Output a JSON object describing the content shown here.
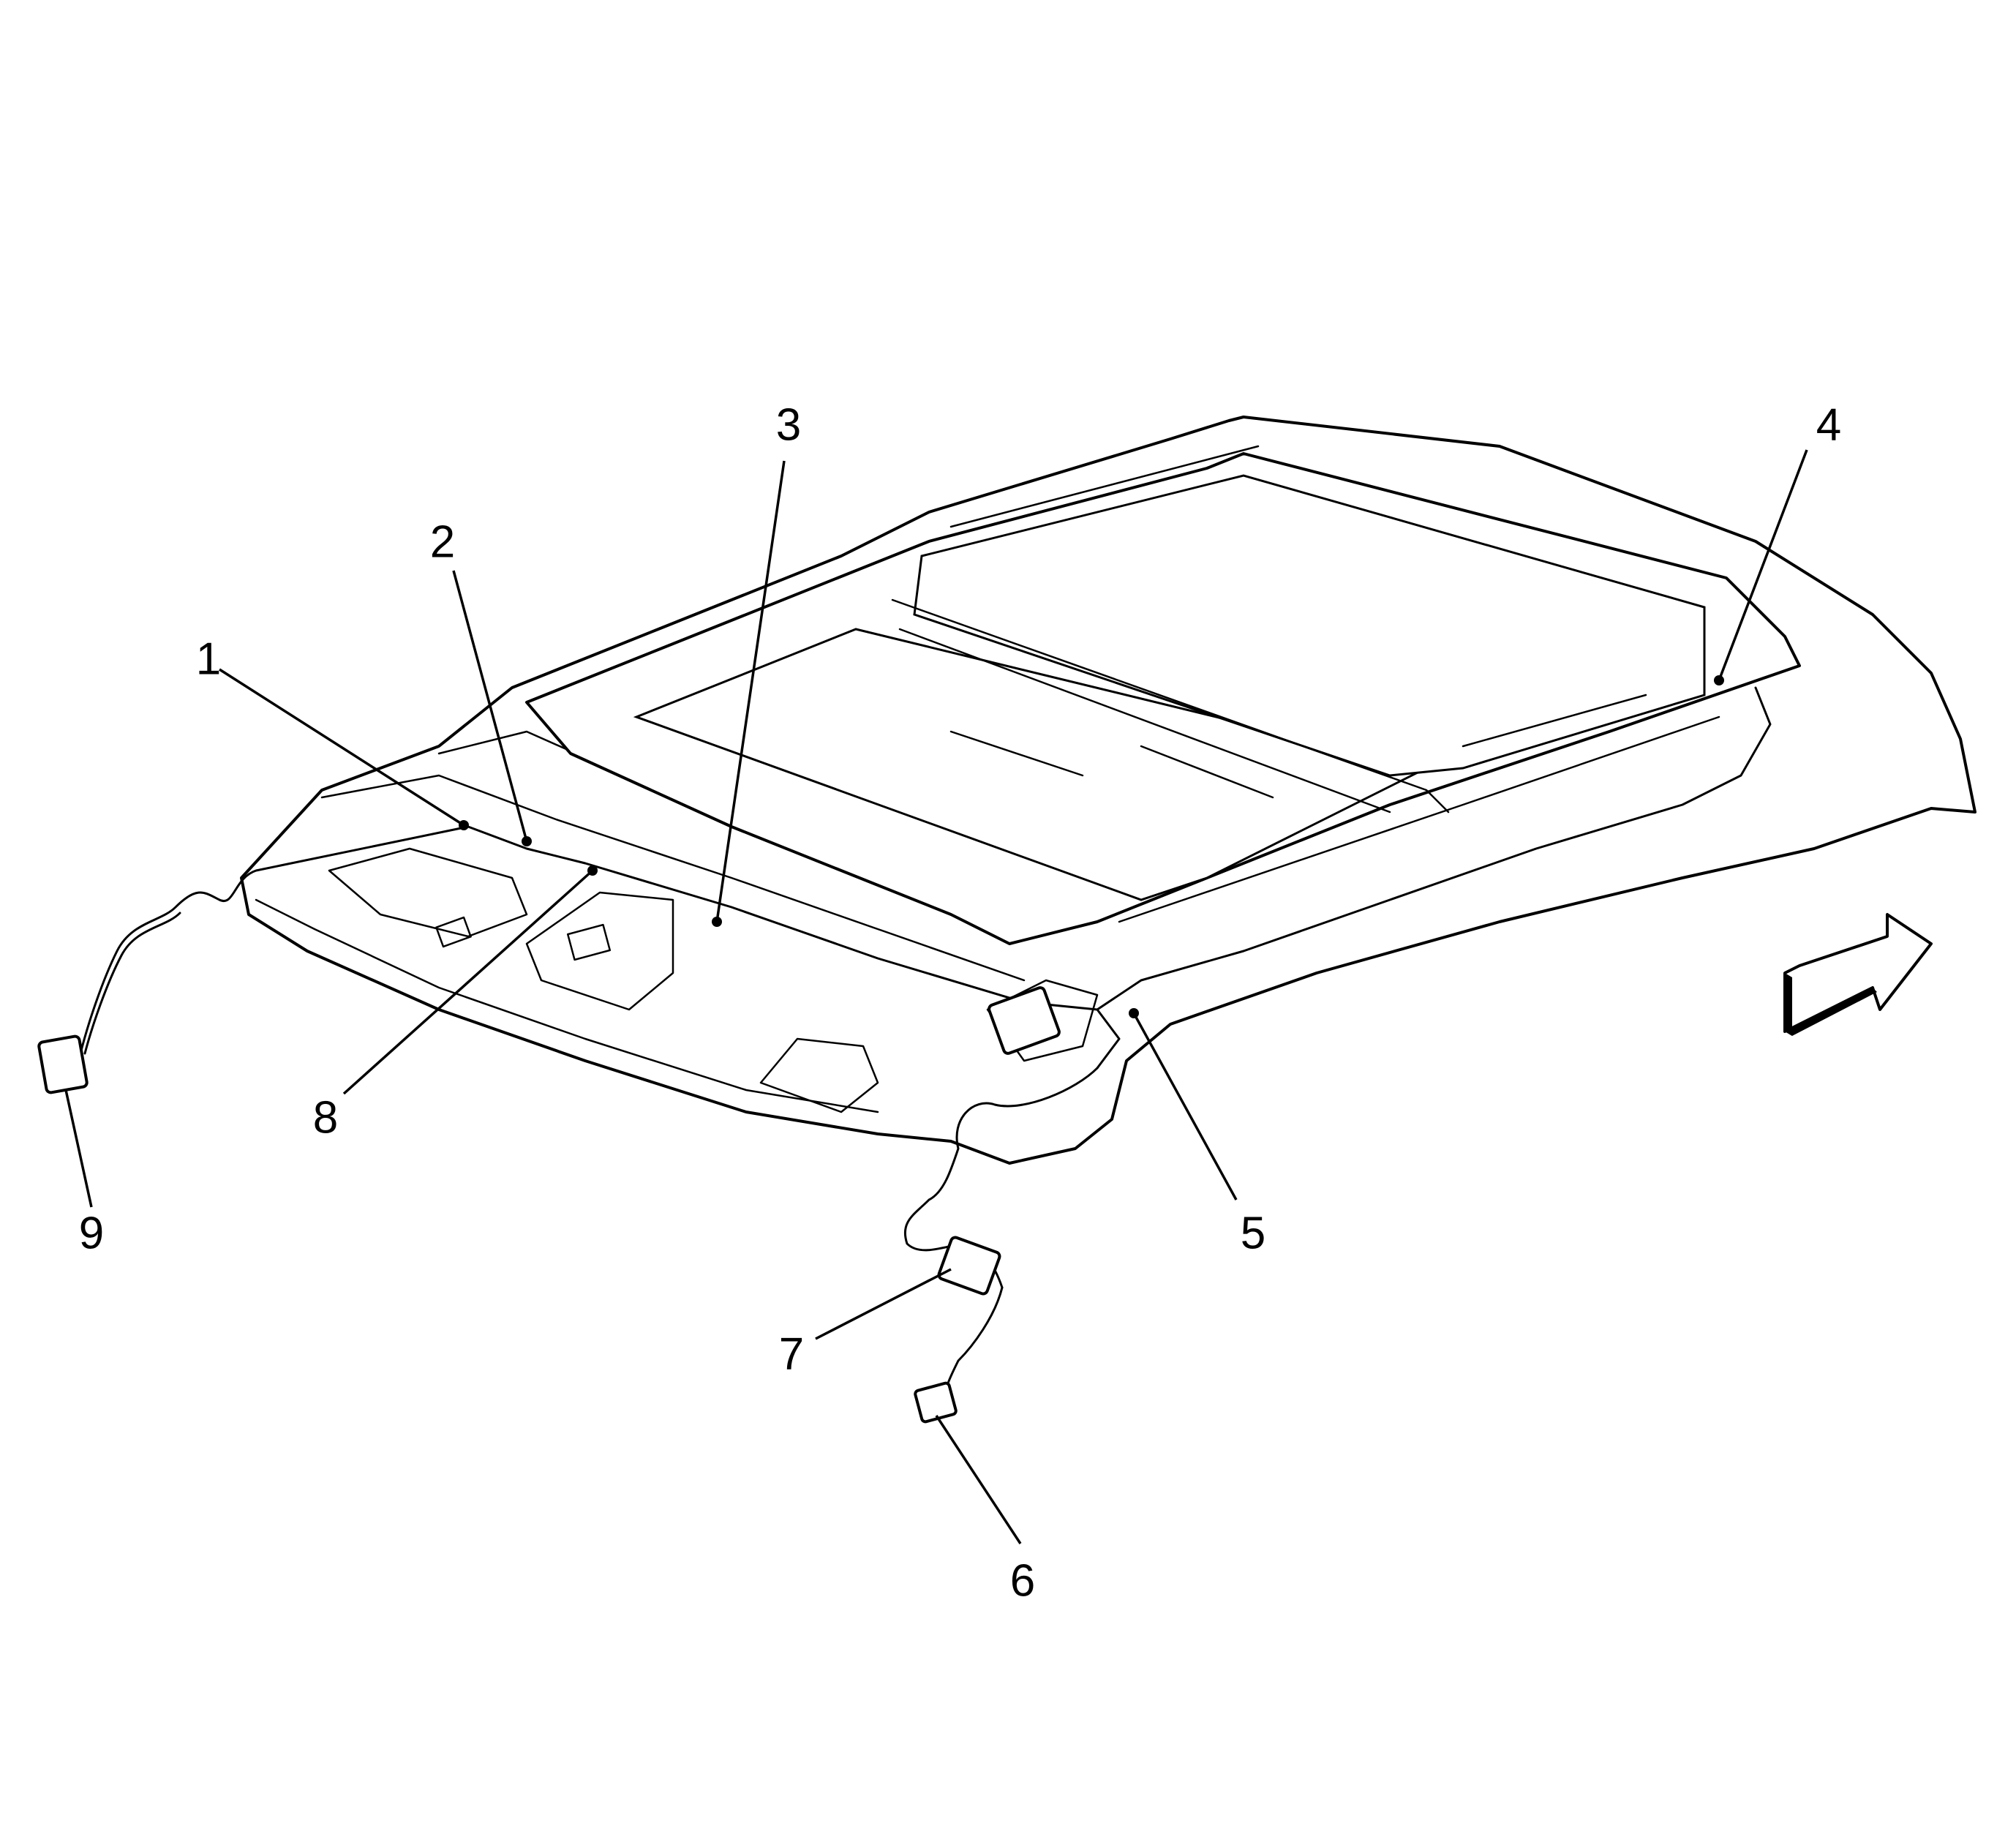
{
  "callouts": [
    {
      "id": "1",
      "label": "1"
    },
    {
      "id": "2",
      "label": "2"
    },
    {
      "id": "3",
      "label": "3"
    },
    {
      "id": "4",
      "label": "4"
    },
    {
      "id": "5",
      "label": "5"
    },
    {
      "id": "6",
      "label": "6"
    },
    {
      "id": "7",
      "label": "7"
    },
    {
      "id": "8",
      "label": "8"
    },
    {
      "id": "9",
      "label": "9"
    }
  ],
  "icons": {
    "direction_arrow": "front-direction-arrow-icon"
  }
}
